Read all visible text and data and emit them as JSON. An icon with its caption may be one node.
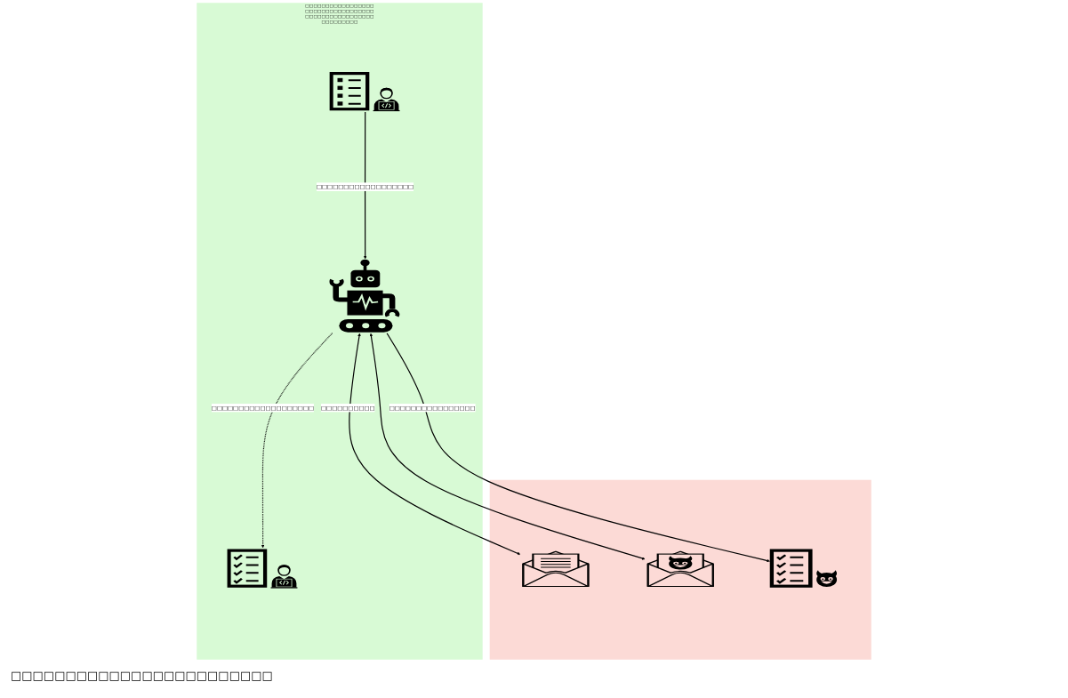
{
  "diagram": {
    "nodes": [
      {
        "text": [
          "□□□□□□□□□□□□□□□□□□□□□□□□□□□□□□□□□□□□□□□□□□□□□□□□□□□□□□□□□□□□"
        ]
      },
      {
        "text": [],
        "shape": "box"
      },
      {
        "text": [],
        "shape": "picture",
        "in": 0
      },
      {
        "text": [],
        "shape": "picture",
        "in": 0
      },
      {
        "text": [],
        "shape": "picture",
        "in": 1
      },
      {
        "text": [],
        "shape": "picture",
        "in": 1
      },
      {
        "text": [],
        "shape": "picture",
        "in": 1
      },
      {
        "text": [],
        "shape": "picture",
        "in": 0
      }
    ],
    "edges": [
      {
        "from": 2,
        "to": 3,
        "arrow": "to",
        "label": "□□□□□□□□□□□□□□□□□□"
      },
      {
        "from": 3,
        "to": 4,
        "arrow": "both",
        "label": "□□□□□□□□□□"
      },
      {
        "from": 3,
        "to": 5,
        "arrow": "both"
      },
      {
        "from": 3,
        "to": 6,
        "arrow": "to",
        "label": "□□□□□□□□□□□□□□□□"
      },
      {
        "from": 3,
        "to": 7,
        "arrow": "to",
        "style": "dashed",
        "label": "□□□□□□□□□□□□□□□□□□□"
      }
    ],
    "labels": [
      "□□□□□□□□□□□□□□□□□□□□□□□□"
    ]
  }
}
